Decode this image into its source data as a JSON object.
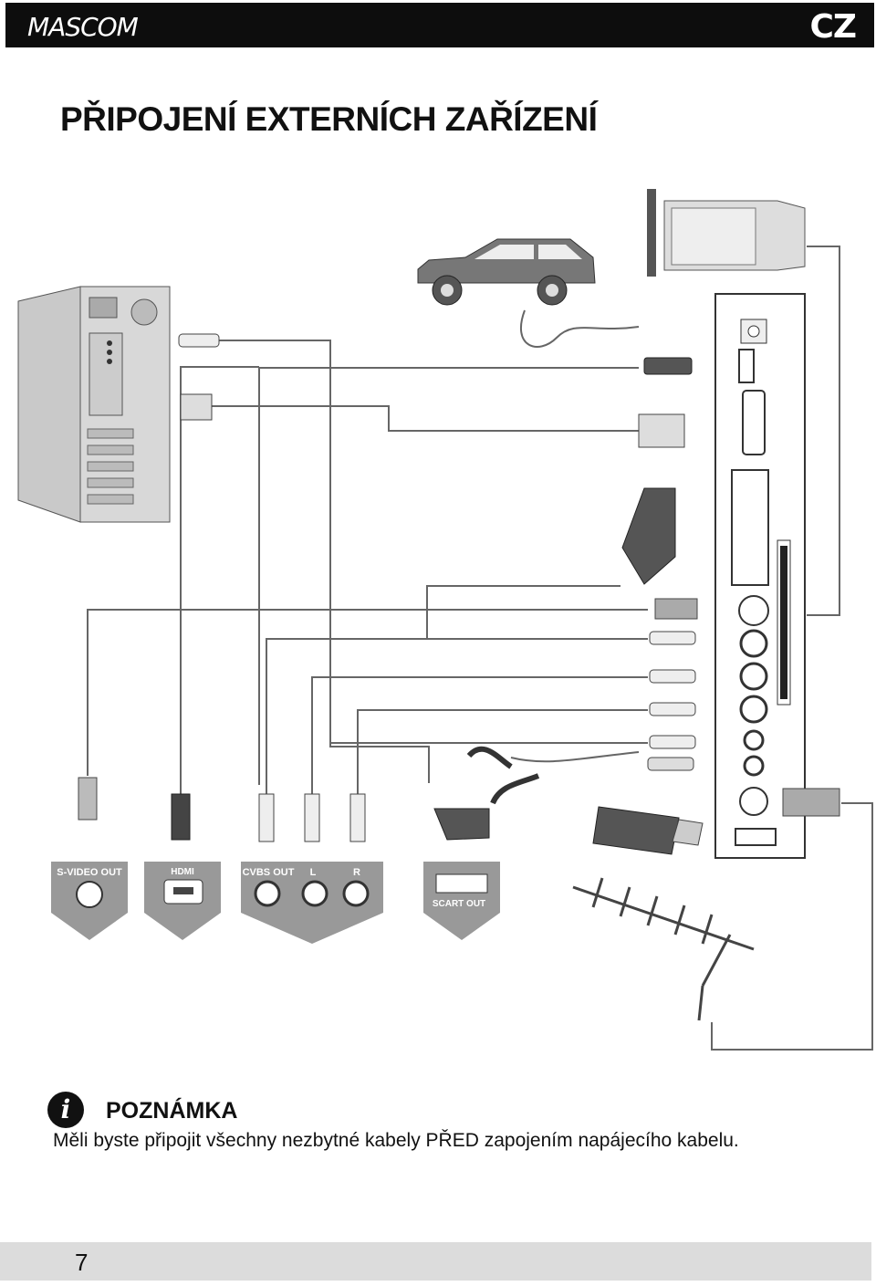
{
  "header": {
    "brand": "MASCOM",
    "lang": "CZ"
  },
  "title": "PŘIPOJENÍ EXTERNÍCH ZAŘÍZENÍ",
  "diagram": {
    "source_labels": {
      "svideo": "S-VIDEO OUT",
      "hdmi": "HDMI",
      "cvbs": "CVBS OUT",
      "left": "L",
      "right": "R",
      "scart": "SCART OUT"
    }
  },
  "note": {
    "icon": "info-icon",
    "title": "POZNÁMKA",
    "text": "Měli byste připojit všechny nezbytné kabely PŘED zapojením napájecího kabelu."
  },
  "footer": {
    "page_number": "7"
  }
}
